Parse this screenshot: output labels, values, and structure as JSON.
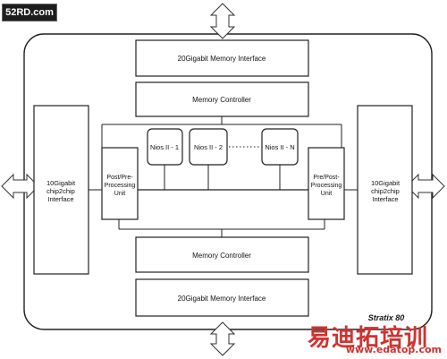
{
  "watermark_top": "52RD.com",
  "mem_if_top": "20Gigabit Memory Interface",
  "mem_ctrl_top": "Memory Controller",
  "nios": [
    "Nios II - 1",
    "Nios II - 2",
    "Nios II - N"
  ],
  "pre_post_left": [
    "Post/Pre-",
    "Processing",
    "Unit"
  ],
  "pre_post_right": [
    "Pre/Post-",
    "Processing",
    "Unit"
  ],
  "chip_left": [
    "10Gigabit",
    "chip2chip",
    "Interface"
  ],
  "chip_right": [
    "10Gigabit",
    "chip2chip",
    "Interface"
  ],
  "mem_ctrl_bottom": "Memory Controller",
  "mem_if_bottom": "20Gigabit Memory Interface",
  "device_label": "Stratix 80",
  "logo_cn": "易迪拓培训",
  "logo_url": "www.edatop.com"
}
